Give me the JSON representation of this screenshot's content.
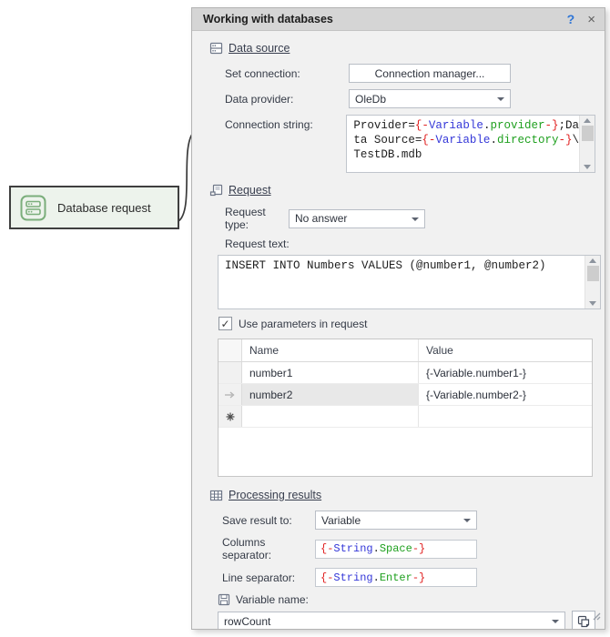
{
  "node": {
    "label": "Database request"
  },
  "panel": {
    "title": "Working with databases",
    "help": "?",
    "close": "×",
    "data_source": {
      "heading": "Data source",
      "set_connection_label": "Set connection:",
      "connection_manager_button": "Connection manager...",
      "data_provider_label": "Data provider:",
      "data_provider_value": "OleDb",
      "connection_string_label": "Connection string:",
      "connection_string_lines": [
        [
          {
            "t": "Provider=",
            "c": "k"
          },
          {
            "t": "{-",
            "c": "r"
          },
          {
            "t": "Variable",
            "c": "b"
          },
          {
            "t": ".",
            "c": "k"
          },
          {
            "t": "provider",
            "c": "g"
          },
          {
            "t": "-}",
            "c": "r"
          },
          {
            "t": ";Da",
            "c": "k"
          }
        ],
        [
          {
            "t": "ta Source=",
            "c": "k"
          },
          {
            "t": "{-",
            "c": "r"
          },
          {
            "t": "Variable",
            "c": "b"
          },
          {
            "t": ".",
            "c": "k"
          },
          {
            "t": "directory",
            "c": "g"
          },
          {
            "t": "-}",
            "c": "r"
          },
          {
            "t": "\\",
            "c": "k"
          }
        ],
        [
          {
            "t": "TestDB.mdb",
            "c": "k"
          }
        ]
      ]
    },
    "request": {
      "heading": "Request",
      "type_label": "Request type:",
      "type_value": "No answer",
      "text_label": "Request text:",
      "text_value": "INSERT INTO Numbers VALUES (@number1, @number2)",
      "use_parameters_label": "Use parameters in request",
      "use_parameters_checked": true,
      "check_glyph": "✓",
      "params_table": {
        "columns": [
          "Name",
          "Value"
        ],
        "rows": [
          {
            "name": "number1",
            "value": "{-Variable.number1-}"
          },
          {
            "name": "number2",
            "value": "{-Variable.number2-}"
          }
        ],
        "current_row_index": 1
      }
    },
    "processing_results": {
      "heading": "Processing results",
      "save_result_label": "Save result to:",
      "save_result_value": "Variable",
      "columns_separator_label": "Columns separator:",
      "columns_separator_segments": [
        {
          "t": "{-",
          "c": "r"
        },
        {
          "t": "String",
          "c": "b"
        },
        {
          "t": ".",
          "c": "k"
        },
        {
          "t": "Space",
          "c": "g"
        },
        {
          "t": "-}",
          "c": "r"
        }
      ],
      "line_separator_label": "Line separator:",
      "line_separator_segments": [
        {
          "t": "{-",
          "c": "r"
        },
        {
          "t": "String",
          "c": "b"
        },
        {
          "t": ".",
          "c": "k"
        },
        {
          "t": "Enter",
          "c": "g"
        },
        {
          "t": "-}",
          "c": "r"
        }
      ],
      "variable_name_label": "Variable name:",
      "variable_name_value": "rowCount"
    }
  },
  "icons": {
    "node": "database-icon",
    "data_source": "database-stack-icon",
    "request": "form-page-icon",
    "processing_results": "table-grid-icon",
    "variable_name": "save-floppy-icon",
    "copy": "copy-icon"
  },
  "colors": {
    "syntax_red": "#e01e1e",
    "syntax_blue": "#3437d8",
    "syntax_green": "#1fa01f",
    "node_green": "#7bae7b",
    "help_blue": "#2e75d6",
    "panel_header_bg": "#d5d5d5",
    "panel_body_bg": "#f1f1f1"
  }
}
